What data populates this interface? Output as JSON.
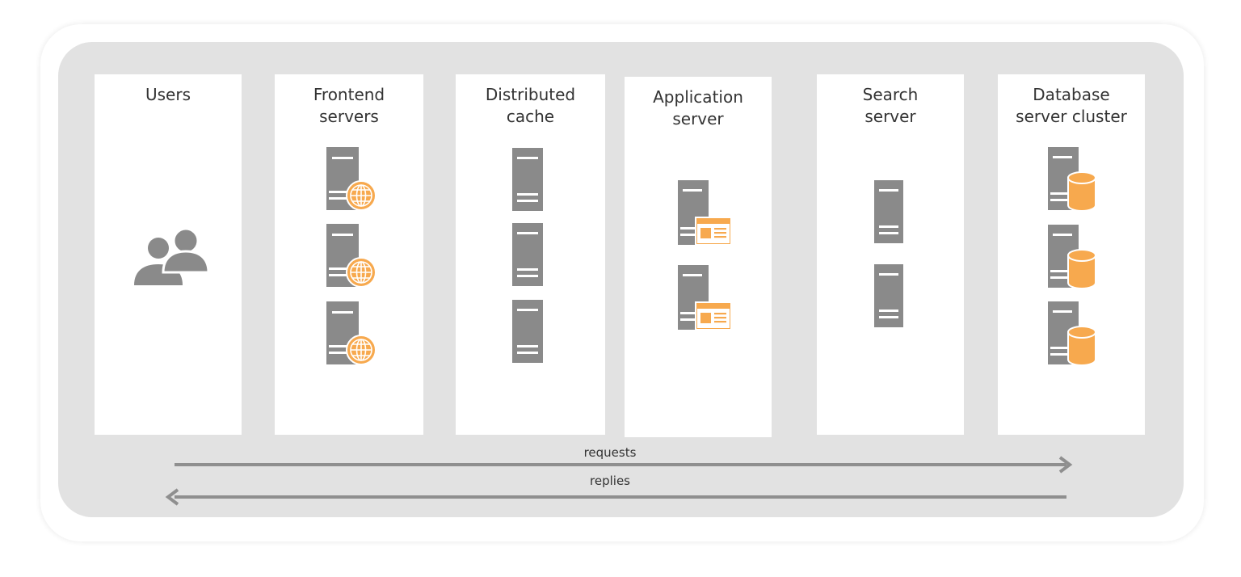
{
  "colors": {
    "server_gray": "#8a8a8a",
    "accent_orange": "#f7a94e",
    "panel_gray": "#e2e2e2",
    "arrow_gray": "#8f8f8f"
  },
  "columns": [
    {
      "title": "Users",
      "icon": "users-icon"
    },
    {
      "title": "Frontend\nservers",
      "icon": "web-server-icon"
    },
    {
      "title": "Distributed\ncache",
      "icon": "server-icon"
    },
    {
      "title": "Application\nserver",
      "icon": "application-server-icon"
    },
    {
      "title": "Search\nserver",
      "icon": "server-icon"
    },
    {
      "title": "Database\nserver cluster",
      "icon": "database-server-icon"
    }
  ],
  "flows": {
    "requests_label": "requests",
    "replies_label": "replies"
  }
}
